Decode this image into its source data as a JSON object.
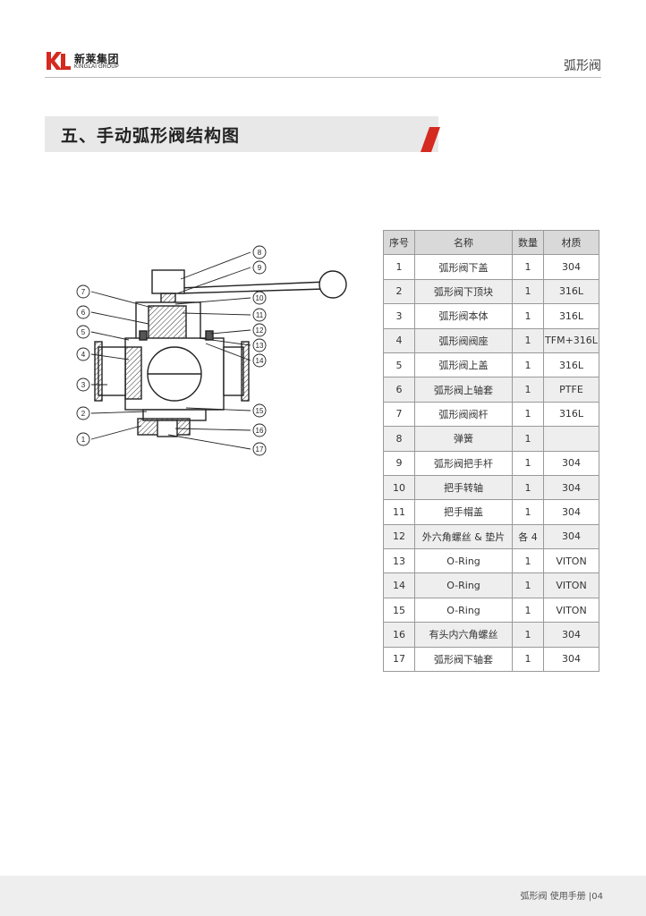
{
  "header": {
    "brand_cn": "新莱集团",
    "brand_en": "KINGLAI GROUP",
    "section": "弧形阀"
  },
  "banner": {
    "title": "五、手动弧形阀结构图",
    "accent_color": "#d42a20"
  },
  "diagram": {
    "callouts": [
      "1",
      "2",
      "3",
      "4",
      "5",
      "6",
      "7",
      "8",
      "9",
      "10",
      "11",
      "12",
      "13",
      "14",
      "15",
      "16",
      "17"
    ]
  },
  "parts_table": {
    "headers": [
      "序号",
      "名称",
      "数量",
      "材质"
    ],
    "rows": [
      [
        "1",
        "弧形阀下盖",
        "1",
        "304"
      ],
      [
        "2",
        "弧形阀下顶块",
        "1",
        "316L"
      ],
      [
        "3",
        "弧形阀本体",
        "1",
        "316L"
      ],
      [
        "4",
        "弧形阀阀座",
        "1",
        "TFM+316L"
      ],
      [
        "5",
        "弧形阀上盖",
        "1",
        "316L"
      ],
      [
        "6",
        "弧形阀上轴套",
        "1",
        "PTFE"
      ],
      [
        "7",
        "弧形阀阀杆",
        "1",
        "316L"
      ],
      [
        "8",
        "弹簧",
        "1",
        ""
      ],
      [
        "9",
        "弧形阀把手杆",
        "1",
        "304"
      ],
      [
        "10",
        "把手转轴",
        "1",
        "304"
      ],
      [
        "11",
        "把手帽盖",
        "1",
        "304"
      ],
      [
        "12",
        "外六角螺丝 & 垫片",
        "各 4",
        "304"
      ],
      [
        "13",
        "O-Ring",
        "1",
        "VITON"
      ],
      [
        "14",
        "O-Ring",
        "1",
        "VITON"
      ],
      [
        "15",
        "O-Ring",
        "1",
        "VITON"
      ],
      [
        "16",
        "有头内六角螺丝",
        "1",
        "304"
      ],
      [
        "17",
        "弧形阀下轴套",
        "1",
        "304"
      ]
    ]
  },
  "footer": {
    "text": "弧形阀 使用手册 |04"
  }
}
